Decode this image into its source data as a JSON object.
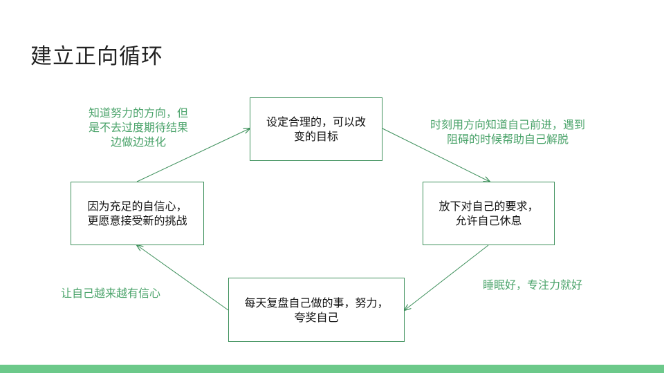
{
  "slide": {
    "title": "建立正向循环"
  },
  "nodes": {
    "top": {
      "lines": [
        "设定合理的，可以改",
        "变的目标"
      ]
    },
    "right": {
      "lines": [
        "放下对自己的要求，",
        "允许自己休息"
      ]
    },
    "bottom": {
      "lines": [
        "每天复盘自己做的事，努力，",
        "夸奖自己"
      ]
    },
    "left": {
      "lines": [
        "因为充足的自信心，",
        "更愿意接受新的挑战"
      ]
    }
  },
  "notes": {
    "top_left": {
      "lines": [
        "知道努力的方向，但",
        "是不去过度期待结果",
        "边做边进化"
      ]
    },
    "top_right": {
      "lines": [
        "时刻用方向知道自己前进，遇到",
        "阻碍的时候帮助自己解脱"
      ]
    },
    "bottom_right": {
      "lines": [
        "睡眠好，专注力就好"
      ]
    },
    "bottom_left": {
      "lines": [
        "让自己越来越有信心"
      ]
    }
  },
  "colors": {
    "node_border": "#3c8f5a",
    "note_text": "#4aa36a",
    "arrow": "#3c8f5a",
    "footer_bar": "#6cc98a"
  }
}
